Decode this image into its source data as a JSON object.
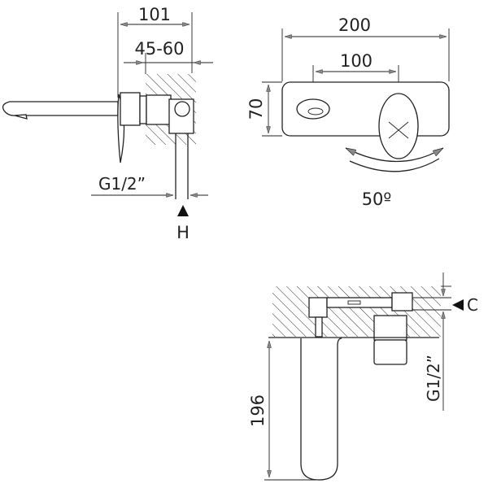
{
  "side_view": {
    "dim_total": "101",
    "dim_wall": "45-60",
    "thread": "G1/2”",
    "inlet_label": "H"
  },
  "front_view": {
    "dim_width": "200",
    "dim_center": "100",
    "dim_height": "70",
    "rotation_angle": "50º"
  },
  "top_view": {
    "dim_spout": "196",
    "thread": "G1/2”",
    "cover_label": "C"
  }
}
